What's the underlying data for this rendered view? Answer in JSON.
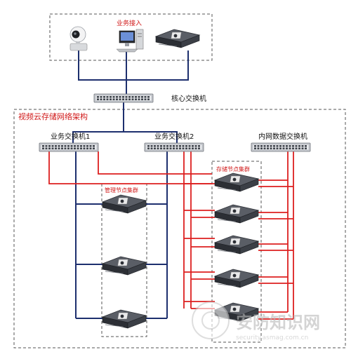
{
  "labels": {
    "business_access": "业务接入",
    "core_switch": "核心交换机",
    "architecture_title": "视频云存储网络架构",
    "business_switch_1": "业务交换机1",
    "business_switch_2": "业务交换机2",
    "internal_switch": "内网数据交换机",
    "management_cluster": "管理节点集群",
    "storage_cluster": "存储节点集群"
  },
  "watermark": {
    "text": "安防知识网",
    "url": "security.asmag.com.cn"
  },
  "colors": {
    "link_blue": "#1d2f6e",
    "link_red": "#dd1f1f",
    "title_red": "#d01818",
    "dash_gray": "#555555"
  },
  "icons": [
    "camera-icon",
    "pc-icon",
    "server-icon",
    "switch-icon",
    "storage-node-icon",
    "management-node-icon"
  ]
}
